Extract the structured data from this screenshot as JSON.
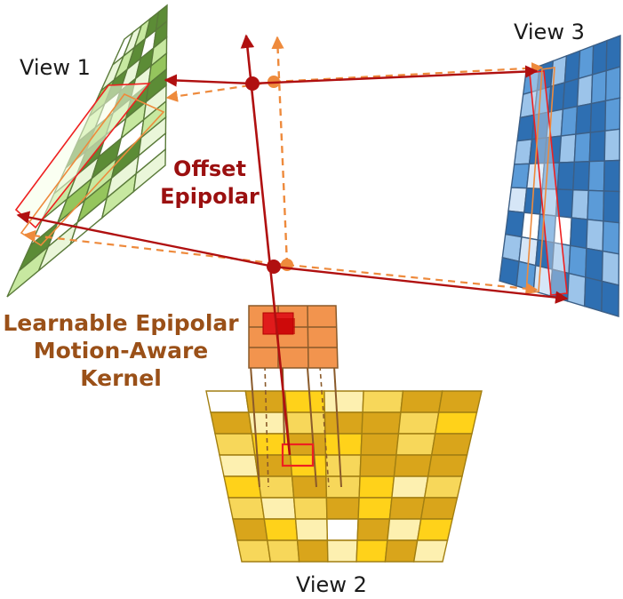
{
  "labels": {
    "view1": "View 1",
    "view2": "View 2",
    "view3": "View 3",
    "offset_line1": "Offset",
    "offset_line2": "Epipolar",
    "kernel_line1": "Learnable Epipolar",
    "kernel_line2": "Motion-Aware",
    "kernel_line3": "Kernel"
  },
  "colors": {
    "epipolar_solid": "#b01010",
    "epipolar_offset": "#ee8a3c",
    "highlight": "#ee2020",
    "view1_grid_line": "#5a7a3a",
    "view2_grid_line": "#a27f12",
    "view3_grid_line": "#3c5f86",
    "kernel_fill": "#f2944e",
    "kernel_line": "#8a5a2a",
    "kernel_center": "#e01b1b"
  },
  "views": {
    "view1": {
      "rows": 10,
      "cols": 5,
      "palette": [
        "#ffffff",
        "#eaf6d9",
        "#c7e8a0",
        "#95c55d",
        "#5c8c36"
      ],
      "cells": [
        [
          0,
          1,
          2,
          4,
          4
        ],
        [
          1,
          2,
          4,
          0,
          4
        ],
        [
          3,
          4,
          1,
          4,
          2
        ],
        [
          2,
          0,
          4,
          1,
          3
        ],
        [
          4,
          3,
          2,
          4,
          4
        ],
        [
          1,
          4,
          0,
          2,
          1
        ],
        [
          2,
          1,
          4,
          0,
          2
        ],
        [
          0,
          3,
          2,
          4,
          1
        ],
        [
          4,
          0,
          3,
          1,
          0
        ],
        [
          2,
          1,
          0,
          2,
          1
        ]
      ]
    },
    "view2": {
      "rows": 8,
      "cols": 7,
      "palette": [
        "#ffffff",
        "#fdf0b0",
        "#f7d75a",
        "#ffd21a",
        "#d9a51b"
      ],
      "cells": [
        [
          0,
          4,
          3,
          1,
          2,
          4,
          4
        ],
        [
          4,
          1,
          2,
          4,
          4,
          2,
          3
        ],
        [
          2,
          3,
          4,
          3,
          4,
          2,
          4
        ],
        [
          1,
          4,
          3,
          2,
          4,
          4,
          4
        ],
        [
          3,
          2,
          4,
          2,
          3,
          1,
          2
        ],
        [
          2,
          1,
          2,
          4,
          3,
          4,
          4
        ],
        [
          4,
          3,
          1,
          0,
          4,
          1,
          3
        ],
        [
          2,
          2,
          4,
          1,
          3,
          4,
          1
        ]
      ]
    },
    "view3": {
      "rows": 9,
      "cols": 7,
      "palette": [
        "#ffffff",
        "#d6e6f7",
        "#9cc4ea",
        "#5b9bd8",
        "#2e6fb2"
      ],
      "cells": [
        [
          3,
          4,
          2,
          4,
          3,
          4,
          4
        ],
        [
          2,
          3,
          4,
          4,
          2,
          3,
          3
        ],
        [
          4,
          4,
          2,
          3,
          4,
          4,
          3
        ],
        [
          2,
          4,
          4,
          2,
          3,
          4,
          2
        ],
        [
          3,
          1,
          3,
          4,
          4,
          3,
          4
        ],
        [
          1,
          4,
          2,
          4,
          2,
          3,
          4
        ],
        [
          4,
          0,
          3,
          0,
          4,
          2,
          3
        ],
        [
          2,
          1,
          4,
          2,
          3,
          4,
          2
        ],
        [
          4,
          3,
          1,
          4,
          2,
          4,
          4
        ]
      ]
    }
  }
}
